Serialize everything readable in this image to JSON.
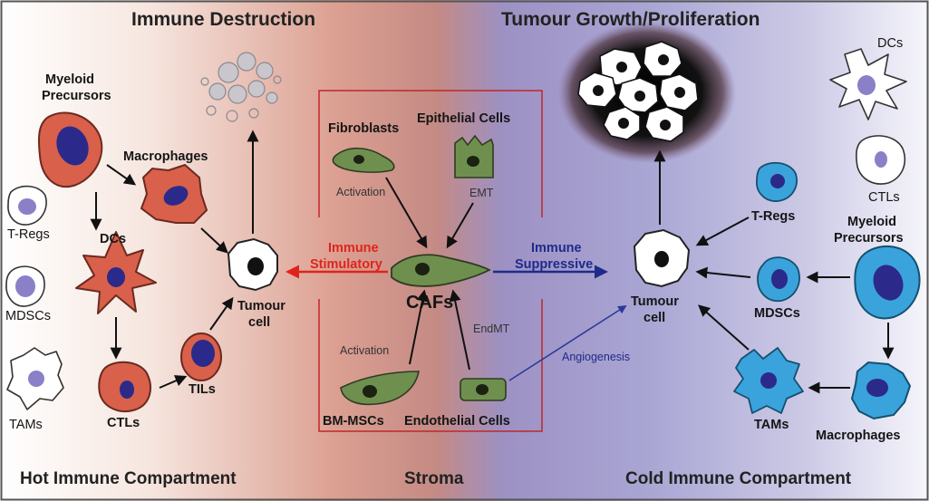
{
  "headers": {
    "left": "Immune Destruction",
    "right": "Tumour Growth/Proliferation"
  },
  "footers": {
    "left": "Hot Immune Compartment",
    "center": "Stroma",
    "right": "Cold Immune Compartment"
  },
  "left": {
    "myeloid_line1": "Myeloid",
    "myeloid_line2": "Precursors",
    "macrophages": "Macrophages",
    "tregs": "T-Regs",
    "dcs": "DCs",
    "mdscs": "MDSCs",
    "tams": "TAMs",
    "ctls": "CTLs",
    "tils": "TILs",
    "tumour_line1": "Tumour",
    "tumour_line2": "cell"
  },
  "center": {
    "fibroblasts": "Fibroblasts",
    "epithelial": "Epithelial Cells",
    "activation_top": "Activation",
    "emt": "EMT",
    "cafs": "CAFs",
    "immune_stim_line1": "Immune",
    "immune_stim_line2": "Stimulatory",
    "immune_supp_line1": "Immune",
    "immune_supp_line2": "Suppressive",
    "activation_bottom": "Activation",
    "endmt": "EndMT",
    "bm_mscs": "BM-MSCs",
    "endothelial": "Endothelial Cells",
    "angiogenesis": "Angiogenesis"
  },
  "right": {
    "dcs": "DCs",
    "ctls": "CTLs",
    "tregs": "T-Regs",
    "myeloid_line1": "Myeloid",
    "myeloid_line2": "Precursors",
    "mdscs": "MDSCs",
    "tams": "TAMs",
    "macrophages": "Macrophages",
    "tumour_line1": "Tumour",
    "tumour_line2": "cell"
  },
  "colors": {
    "hot_red": "#d9604a",
    "nucleus_blue": "#2b2a8a",
    "caf_green": "#6f8f4f",
    "cold_blue": "#3aa3dc",
    "stim_arrow": "#e0241b",
    "supp_arrow": "#1f2a8a",
    "bracket": "#c0262a"
  }
}
